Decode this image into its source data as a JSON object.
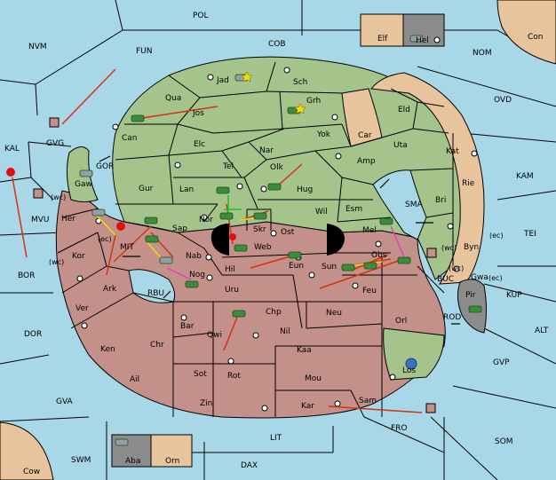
{
  "colors": {
    "sea": "#a8d8e8",
    "green": "#a4c48c",
    "red": "#c4908a",
    "tan": "#e8c49c",
    "gray": "#8c8c8c",
    "border": "#000000",
    "arrow_red": "#d83010",
    "arrow_yellow": "#e8e000",
    "arrow_pink": "#e040c0",
    "arrow_green": "#20c020",
    "unit": "#3c8c3c",
    "burst": "#e01010"
  },
  "labels": {
    "POL": "POL",
    "COB": "COB",
    "NVM": "NVM",
    "FUN": "FUN",
    "Elf": "Elf",
    "Hel": "Hel",
    "Con": "Con",
    "NOM": "NOM",
    "OVD": "OVD",
    "KAM": "KAM",
    "TEI": "TEI",
    "KUP": "KUP",
    "ALT": "ALT",
    "GVP": "GVP",
    "SOM": "SOM",
    "FRO": "FRO",
    "LIT": "LIT",
    "DAX": "DAX",
    "SWM": "SWM",
    "Cow": "Cow",
    "GVA": "GVA",
    "DOR": "DOR",
    "BOR": "BOR",
    "KAL": "KAL",
    "GVG": "GVG",
    "MVU": "MVU",
    "wc1": "(wc)",
    "wc2": "(wc)",
    "wc3": "(wc)",
    "wc4": "(wc)",
    "ec1": "(ec)",
    "ec2": "(ec)",
    "ec3": "(ec)",
    "GOR": "GOR",
    "MIT": "MIT",
    "RBU": "RBU",
    "SMA": "SMA",
    "BUC": "BUC",
    "ROD": "ROD",
    "Jad": "Jad",
    "Sch": "Sch",
    "Qua": "Qua",
    "Jos": "Jos",
    "Grh": "Grh",
    "Eld": "Eld",
    "Can": "Can",
    "Elc": "Elc",
    "Nar": "Nar",
    "Yok": "Yok",
    "Car": "Car",
    "Uta": "Uta",
    "Kat": "Kat",
    "Tel": "Tel",
    "Olk": "Olk",
    "Amp": "Amp",
    "Gaw": "Gaw",
    "Gur": "Gur",
    "Lan": "Lan",
    "Hug": "Hug",
    "Rie": "Rie",
    "Bri": "Bri",
    "Esm": "Esm",
    "Wil": "Wil",
    "Nor": "Nor",
    "Skr": "Skr",
    "Her": "Her",
    "Sap": "Sap",
    "Ost": "Ost",
    "Mel": "Mel",
    "Web": "Web",
    "Byn": "Byn",
    "Kor": "Kor",
    "Nab": "Nab",
    "Obs": "Obs",
    "Eun": "Eun",
    "Sun": "Sun",
    "Hil": "Hil",
    "Gwa": "Gwa",
    "Nog": "Nog",
    "Ark": "Ark",
    "Uru": "Uru",
    "Feu": "Feu",
    "Pir": "Pir",
    "Ver": "Ver",
    "Chp": "Chp",
    "Neu": "Neu",
    "Orl": "Orl",
    "Bar": "Bar",
    "Qwi": "Qwi",
    "Nil": "Nil",
    "Ken": "Ken",
    "Chr": "Chr",
    "Kaa": "Kaa",
    "Los": "Los",
    "Ail": "Ail",
    "Sot": "Sot",
    "Rot": "Rot",
    "Mou": "Mou",
    "Zin": "Zin",
    "Kar": "Kar",
    "Sam": "Sam",
    "Aba": "Aba",
    "Orn": "Orn"
  }
}
